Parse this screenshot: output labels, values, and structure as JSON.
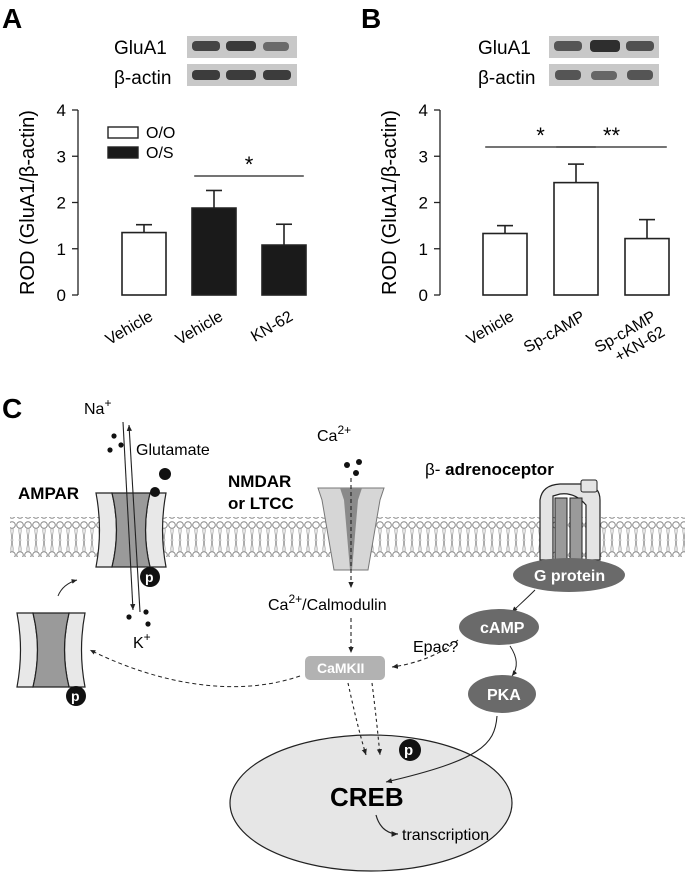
{
  "panels": {
    "a_letter": "A",
    "b_letter": "B",
    "c_letter": "C"
  },
  "blots": {
    "a_row1": "GluA1",
    "a_row2": "β-actin",
    "b_row1": "GluA1",
    "b_row2": "β-actin"
  },
  "chart_data": [
    {
      "type": "bar",
      "panel": "A",
      "categories": [
        "Vehicle",
        "Vehicle",
        "KN-62"
      ],
      "series": [
        {
          "name": "O/O",
          "values": [
            1.35,
            null,
            null
          ],
          "errors": [
            0.17,
            null,
            null
          ],
          "color": "#ffffff"
        },
        {
          "name": "O/S",
          "values": [
            null,
            1.88,
            1.08
          ],
          "errors": [
            null,
            0.38,
            0.45
          ],
          "color": "#1a1a1a"
        }
      ],
      "bar_colors": [
        "#ffffff",
        "#1a1a1a",
        "#1a1a1a"
      ],
      "ylabel": "ROD (GluA1/β-actin)",
      "ylim": [
        0,
        4
      ],
      "yticks": [
        0,
        1,
        2,
        3,
        4
      ],
      "legend": {
        "position": "top-left",
        "entries": [
          "O/O",
          "O/S"
        ]
      },
      "significance": [
        {
          "from": 1,
          "to": 2,
          "label": "*"
        }
      ],
      "grid": false
    },
    {
      "type": "bar",
      "panel": "B",
      "categories": [
        "Vehicle",
        "Sp-cAMP",
        "Sp-cAMP\n+KN-62"
      ],
      "category_lines": [
        [
          "Vehicle"
        ],
        [
          "Sp-cAMP"
        ],
        [
          "Sp-cAMP",
          "+KN-62"
        ]
      ],
      "series": [
        {
          "values": [
            1.33,
            2.43,
            1.22
          ],
          "errors": [
            0.17,
            0.4,
            0.41
          ],
          "color": "#ffffff"
        }
      ],
      "ylabel": "ROD (GluA1/β-actin)",
      "ylim": [
        0,
        4
      ],
      "yticks": [
        0,
        1,
        2,
        3,
        4
      ],
      "significance": [
        {
          "from": 0,
          "to": 1,
          "label": "*"
        },
        {
          "from": 1,
          "to": 2,
          "label": "**"
        }
      ],
      "grid": false
    }
  ],
  "diagram": {
    "na": "Na",
    "na_sup": "+",
    "glutamate": "Glutamate",
    "ampar": "AMPAR",
    "k": "K",
    "k_sup": "+",
    "ca": "Ca",
    "ca_sup": "2+",
    "nmdar1": "NMDAR",
    "nmdar2": "or LTCC",
    "beta_prefix": "β- ",
    "beta_bold": "adrenoceptor",
    "calmod_pre": "Ca",
    "calmod_sup": "2+",
    "calmod_post": "/Calmodulin",
    "camkii": "CaMKII",
    "epac": "Epac?",
    "gprotein": "G protein",
    "camp": "cAMP",
    "pka": "PKA",
    "p": "p",
    "creb": "CREB",
    "transcription": "transcription"
  }
}
